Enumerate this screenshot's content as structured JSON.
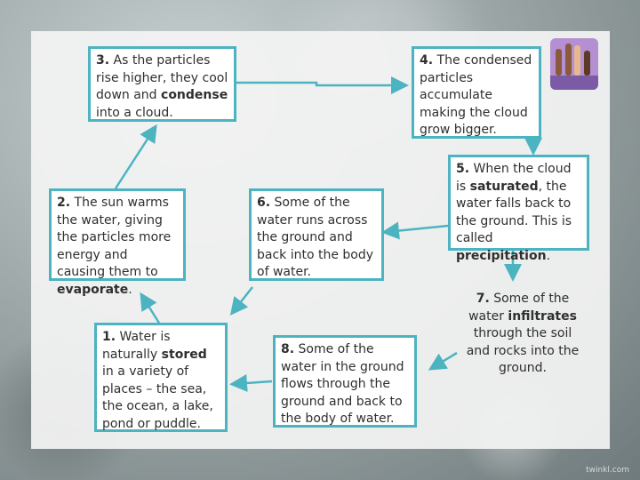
{
  "steps": [
    {
      "num": "3.",
      "pre": "As the particles rise higher, they cool down and ",
      "kw": "condense",
      "post": " into a cloud."
    },
    {
      "num": "4.",
      "pre": "The condensed particles accumulate making the cloud grow bigger.",
      "kw": "",
      "post": ""
    },
    {
      "num": "2.",
      "pre": "The sun warms the water, giving the particles more energy and causing them to ",
      "kw": "evaporate",
      "post": "."
    },
    {
      "num": "6.",
      "pre": "Some of the water runs across the ground and back into the body of water.",
      "kw": "",
      "post": ""
    },
    {
      "num": "5.",
      "pre": "When the cloud is ",
      "kw": "saturated",
      "mid": ", the water falls back to the ground.  This is called ",
      "kw2": "precipitation",
      "post": "."
    },
    {
      "num": "1.",
      "pre": "Water is naturally ",
      "kw": "stored",
      "post": " in a variety of places – the sea, the ocean, a lake, pond or puddle."
    },
    {
      "num": "8.",
      "pre": "Some of the water in the ground flows through the ground and back to the body of water.",
      "kw": "",
      "post": ""
    },
    {
      "num": "7.",
      "pre": "Some of the water ",
      "kw": "infiltrates",
      "post": " through the soil and rocks into the ground."
    }
  ],
  "icons": {
    "logo": "raised-hands-icon"
  },
  "watermark": "twinkl.com",
  "colors": {
    "border": "#4cb3c1",
    "logo_bg": "#b48fd1"
  }
}
